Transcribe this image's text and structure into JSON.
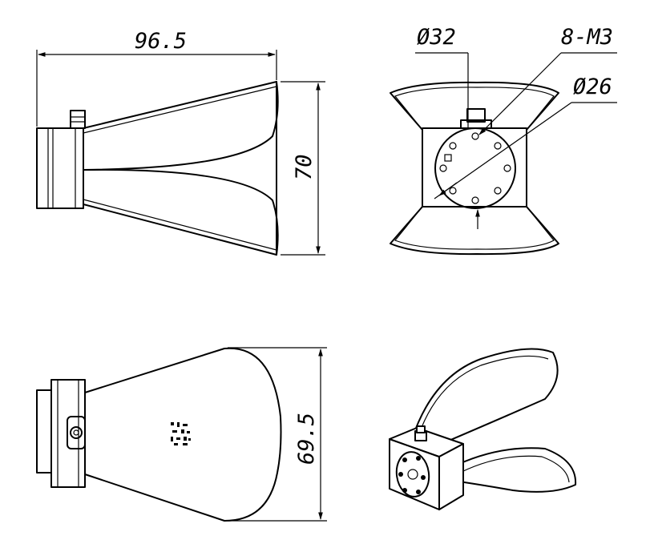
{
  "dimensions": {
    "length_side": "96.5",
    "height_side": "70",
    "diameter_outer": "Ø32",
    "thread": "8-M3",
    "diameter_inner": "Ø26",
    "height_bottom": "69.5"
  },
  "colors": {
    "line": "#000000",
    "background": "#ffffff"
  }
}
